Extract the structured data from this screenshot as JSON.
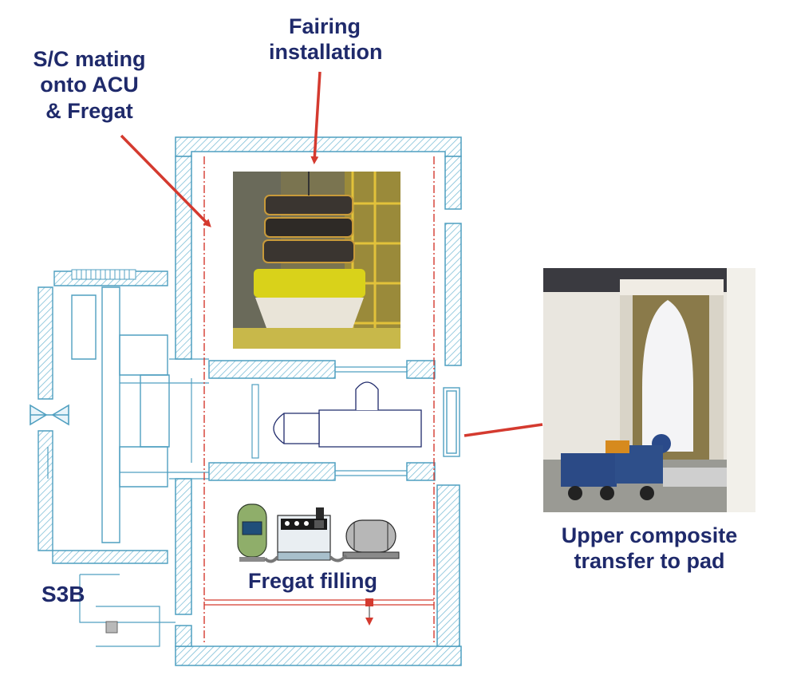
{
  "labels": {
    "fairing": [
      "Fairing",
      "installation"
    ],
    "mating": [
      "S/C mating",
      "onto ACU",
      "& Fregat"
    ],
    "upper": [
      "Upper composite",
      "transfer to pad"
    ],
    "fregat_filling": "Fregat filling",
    "building": "S3B"
  },
  "photos": {
    "spacecraft": "Spacecraft stack being mated onto ACU and Fregat",
    "transfer": "Upper composite leaving the building on a transport vehicle"
  },
  "colors": {
    "wall": "#5aa9c9",
    "hatch": "#7fbfd8",
    "label": "#1f2a6b",
    "arrow": "#d43a2f",
    "axis": "#d43a2f"
  }
}
